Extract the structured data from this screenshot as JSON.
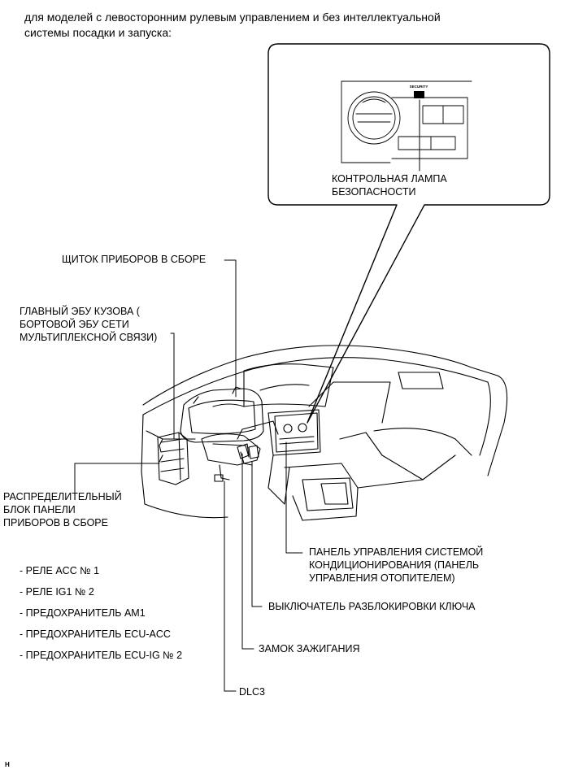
{
  "header": {
    "line1": "для моделей с левосторонним рулевым управлением и без интеллектуальной",
    "line2": "системы посадки и запуска:"
  },
  "inset": {
    "badge": "SECURITY",
    "label_line1": "КОНТРОЛЬНАЯ ЛАМПА",
    "label_line2": "БЕЗОПАСНОСТИ"
  },
  "labels": {
    "combination_meter": "ЩИТОК ПРИБОРОВ В СБОРЕ",
    "main_body_ecu": [
      "ГЛАВНЫЙ ЭБУ КУЗОВА (",
      "БОРТОВОЙ ЭБУ СЕТИ",
      "МУЛЬТИПЛЕКСНОЙ СВЯЗИ)"
    ],
    "junction_block": [
      "РАСПРЕДЕЛИТЕЛЬНЫЙ",
      "БЛОК ПАНЕЛИ",
      "ПРИБОРОВ В СБОРЕ"
    ],
    "ac_panel": [
      "ПАНЕЛЬ УПРАВЛЕНИЯ СИСТЕМОЙ",
      "КОНДИЦИОНИРОВАНИЯ (ПАНЕЛЬ",
      "УПРАВЛЕНИЯ ОТОПИТЕЛЕМ)"
    ],
    "unlock_switch": "ВЫКЛЮЧАТЕЛЬ РАЗБЛОКИРОВКИ КЛЮЧА",
    "ignition": "ЗАМОК ЗАЖИГАНИЯ",
    "dlc3": "DLC3"
  },
  "junction_items": [
    "- РЕЛЕ ACC № 1",
    "- РЕЛЕ IG1 № 2",
    "- ПРЕДОХРАНИТЕЛЬ AM1",
    "- ПРЕДОХРАНИТЕЛЬ ECU-ACC",
    "- ПРЕДОХРАНИТЕЛЬ ECU-IG № 2"
  ],
  "corner_mark": "H"
}
